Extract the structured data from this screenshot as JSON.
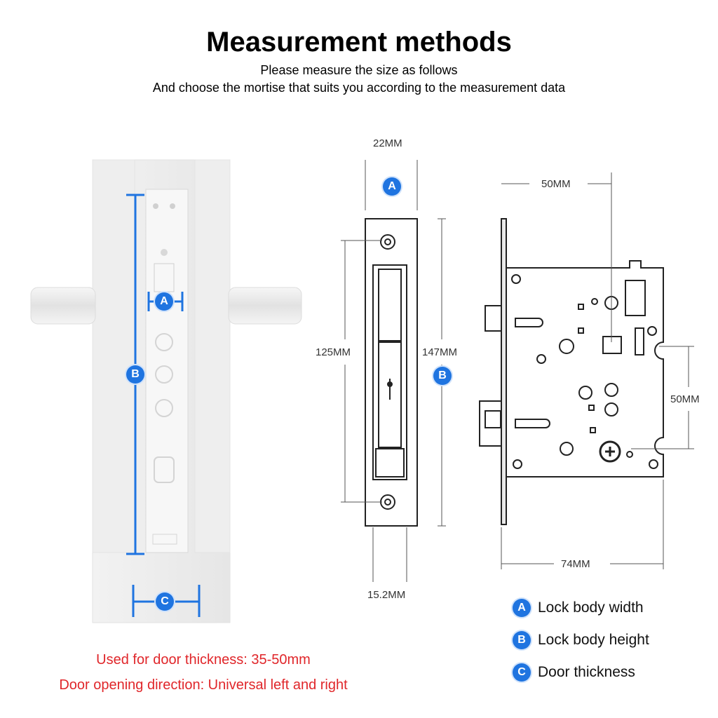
{
  "header": {
    "title": "Measurement methods",
    "subtitle_1": "Please measure the size as follows",
    "subtitle_2": "And choose the mortise that suits you according to the measurement data"
  },
  "dimensions": {
    "faceplate_width": "22MM",
    "hole_spacing": "125MM",
    "faceplate_height": "147MM",
    "body_width": "15.2MM",
    "backset": "50MM",
    "center_distance": "50MM",
    "case_depth": "74MM"
  },
  "badges": {
    "a": "A",
    "b": "B",
    "c": "C"
  },
  "notes": {
    "door_thickness": "Used for door thickness: 35-50mm",
    "opening_direction": "Door opening direction: Universal left and right"
  },
  "legend": [
    {
      "badge": "A",
      "label": "Lock body width"
    },
    {
      "badge": "B",
      "label": "Lock body height"
    },
    {
      "badge": "C",
      "label": "Door thickness"
    }
  ],
  "colors": {
    "accent": "#1f74e0",
    "note": "#e0262a"
  }
}
